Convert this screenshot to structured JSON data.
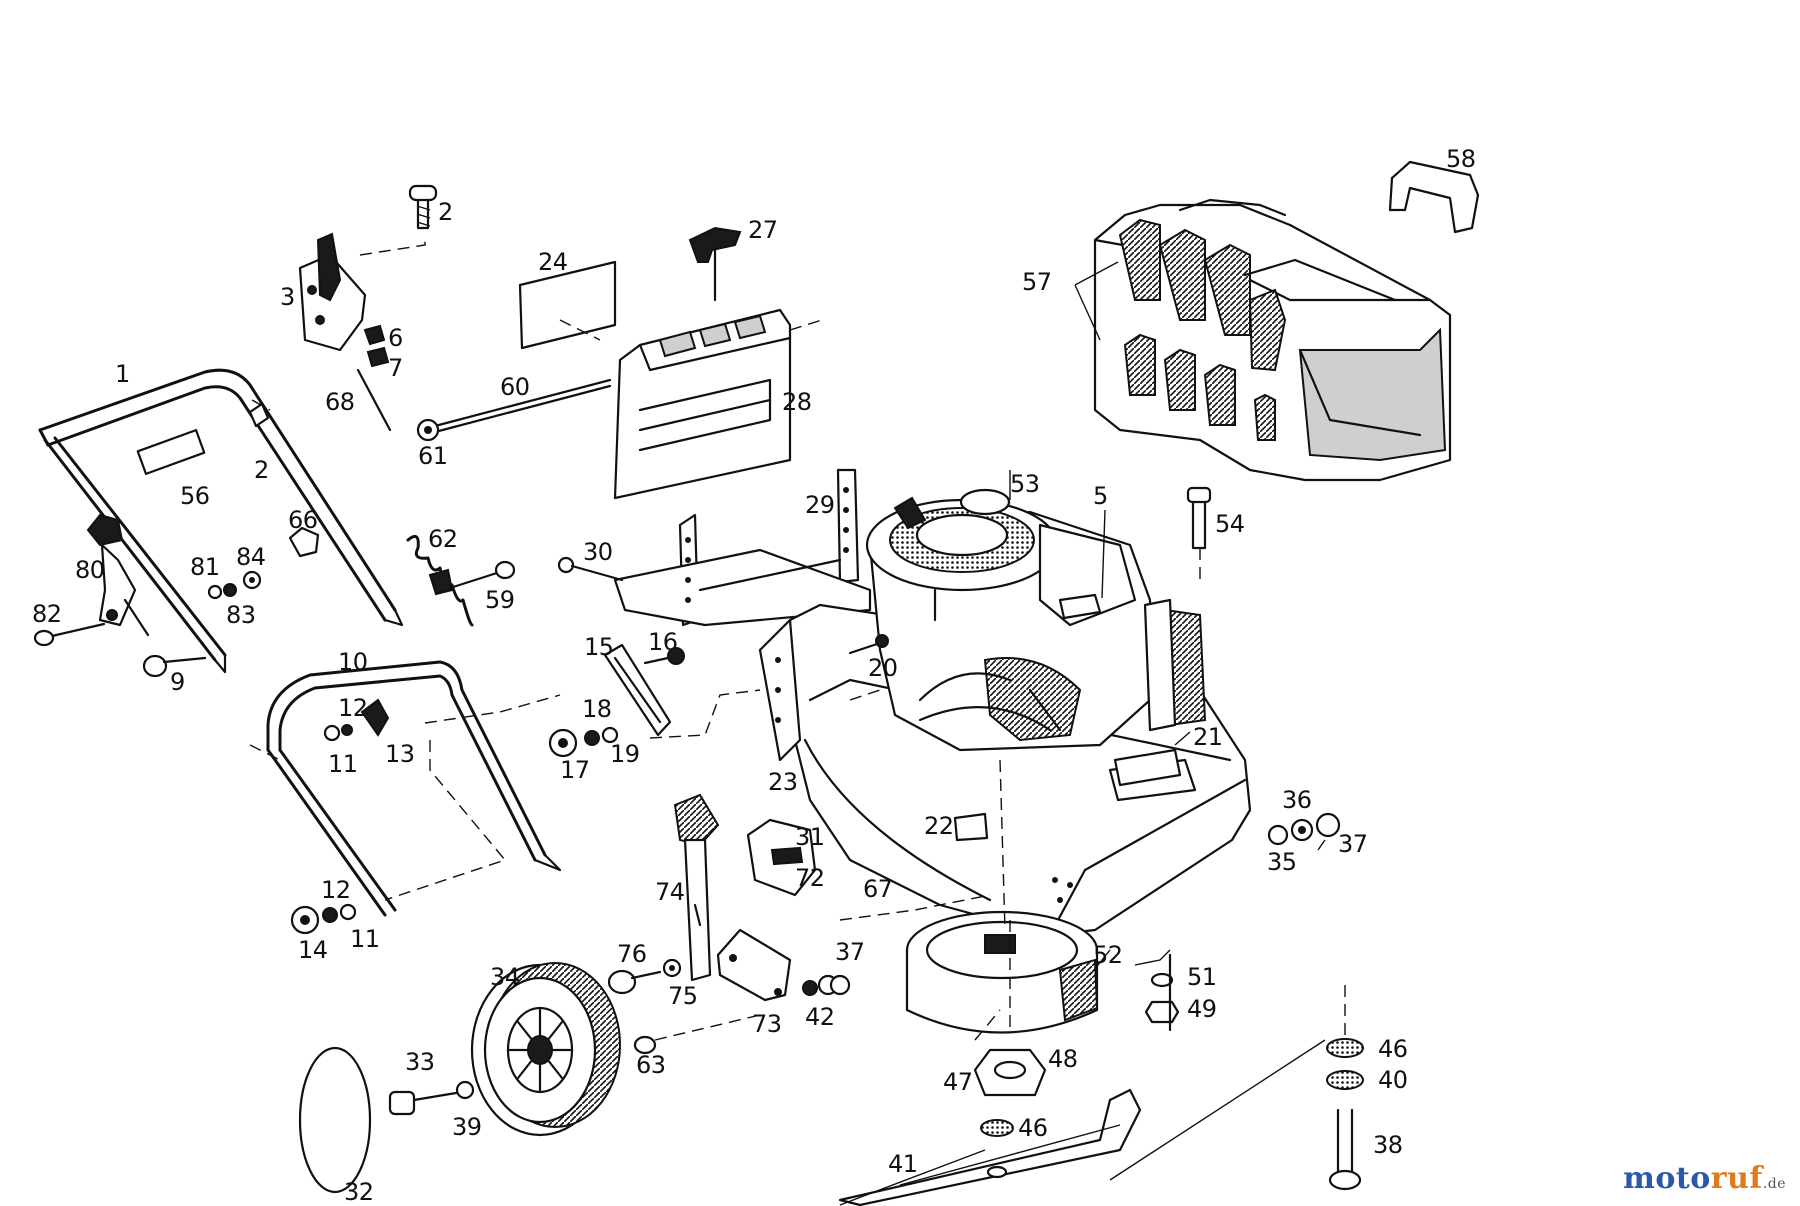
{
  "diagram": {
    "callouts": [
      {
        "id": "2a",
        "text": "2"
      },
      {
        "id": "2b",
        "text": "2"
      },
      {
        "id": "3",
        "text": "3"
      },
      {
        "id": "5",
        "text": "5"
      },
      {
        "id": "6",
        "text": "6"
      },
      {
        "id": "7",
        "text": "7"
      },
      {
        "id": "1",
        "text": "1"
      },
      {
        "id": "9",
        "text": "9"
      },
      {
        "id": "10",
        "text": "10"
      },
      {
        "id": "11a",
        "text": "11"
      },
      {
        "id": "11b",
        "text": "11"
      },
      {
        "id": "12a",
        "text": "12"
      },
      {
        "id": "12b",
        "text": "12"
      },
      {
        "id": "13",
        "text": "13"
      },
      {
        "id": "14",
        "text": "14"
      },
      {
        "id": "15",
        "text": "15"
      },
      {
        "id": "16",
        "text": "16"
      },
      {
        "id": "17",
        "text": "17"
      },
      {
        "id": "18",
        "text": "18"
      },
      {
        "id": "19",
        "text": "19"
      },
      {
        "id": "20",
        "text": "20"
      },
      {
        "id": "21",
        "text": "21"
      },
      {
        "id": "22",
        "text": "22"
      },
      {
        "id": "23",
        "text": "23"
      },
      {
        "id": "24",
        "text": "24"
      },
      {
        "id": "27",
        "text": "27"
      },
      {
        "id": "28",
        "text": "28"
      },
      {
        "id": "29",
        "text": "29"
      },
      {
        "id": "30",
        "text": "30"
      },
      {
        "id": "31",
        "text": "31"
      },
      {
        "id": "32",
        "text": "32"
      },
      {
        "id": "33",
        "text": "33"
      },
      {
        "id": "34",
        "text": "34"
      },
      {
        "id": "35",
        "text": "35"
      },
      {
        "id": "36",
        "text": "36"
      },
      {
        "id": "37a",
        "text": "37"
      },
      {
        "id": "37b",
        "text": "37"
      },
      {
        "id": "38",
        "text": "38"
      },
      {
        "id": "39",
        "text": "39"
      },
      {
        "id": "40",
        "text": "40"
      },
      {
        "id": "41",
        "text": "41"
      },
      {
        "id": "42",
        "text": "42"
      },
      {
        "id": "46a",
        "text": "46"
      },
      {
        "id": "46b",
        "text": "46"
      },
      {
        "id": "47",
        "text": "47"
      },
      {
        "id": "48",
        "text": "48"
      },
      {
        "id": "49",
        "text": "49"
      },
      {
        "id": "51",
        "text": "51"
      },
      {
        "id": "52",
        "text": "52"
      },
      {
        "id": "53",
        "text": "53"
      },
      {
        "id": "54",
        "text": "54"
      },
      {
        "id": "56",
        "text": "56"
      },
      {
        "id": "57",
        "text": "57"
      },
      {
        "id": "58",
        "text": "58"
      },
      {
        "id": "59",
        "text": "59"
      },
      {
        "id": "60",
        "text": "60"
      },
      {
        "id": "61",
        "text": "61"
      },
      {
        "id": "62",
        "text": "62"
      },
      {
        "id": "63",
        "text": "63"
      },
      {
        "id": "66",
        "text": "66"
      },
      {
        "id": "67",
        "text": "67"
      },
      {
        "id": "68",
        "text": "68"
      },
      {
        "id": "72",
        "text": "72"
      },
      {
        "id": "73",
        "text": "73"
      },
      {
        "id": "74",
        "text": "74"
      },
      {
        "id": "75",
        "text": "75"
      },
      {
        "id": "76",
        "text": "76"
      },
      {
        "id": "80",
        "text": "80"
      },
      {
        "id": "81",
        "text": "81"
      },
      {
        "id": "82",
        "text": "82"
      },
      {
        "id": "83",
        "text": "83"
      },
      {
        "id": "84",
        "text": "84"
      }
    ]
  },
  "watermark": {
    "brand_part1": "moto",
    "brand_part2": "ruf",
    "suffix": ".de",
    "colors": {
      "part1": "#2b59a8",
      "part2": "#e07a1f"
    }
  }
}
